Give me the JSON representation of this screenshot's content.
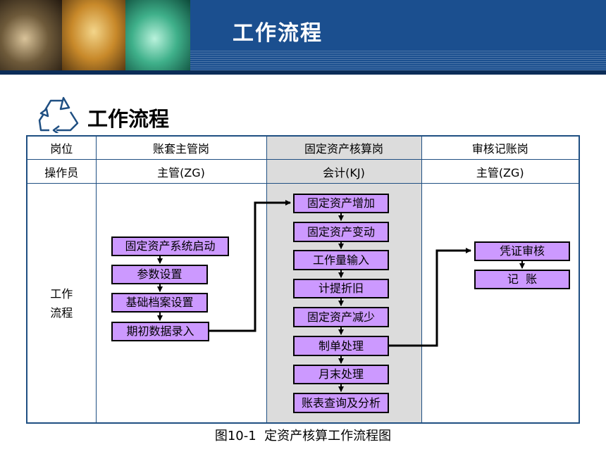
{
  "banner": {
    "title": "工作流程"
  },
  "heading": {
    "text": "工作流程",
    "icon": "recycle-icon"
  },
  "table": {
    "row_header": {
      "label": "岗位",
      "cols": [
        "账套主管岗",
        "固定资产核算岗",
        "审核记账岗"
      ]
    },
    "row_operator": {
      "label": "操作员",
      "cols": [
        "主管(ZG)",
        "会计(KJ)",
        "主管(ZG)"
      ]
    },
    "row_flow": {
      "label_line1": "工作",
      "label_line2": "流程"
    }
  },
  "flow": {
    "col1": [
      "固定资产系统启动",
      "参数设置",
      "基础档案设置",
      "期初数据录入"
    ],
    "col2": [
      "固定资产增加",
      "固定资产变动",
      "工作量输入",
      "计提折旧",
      "固定资产减少",
      "制单处理",
      "月末处理",
      "账表查询及分析"
    ],
    "col3": [
      "凭证审核",
      "记  账"
    ]
  },
  "colors": {
    "banner": "#1b4f8f",
    "box_fill": "#cc99ff",
    "grid_line": "#1f4f82",
    "shaded_col": "#dcdcdc"
  },
  "caption": "图10-1  定资产核算工作流程图"
}
